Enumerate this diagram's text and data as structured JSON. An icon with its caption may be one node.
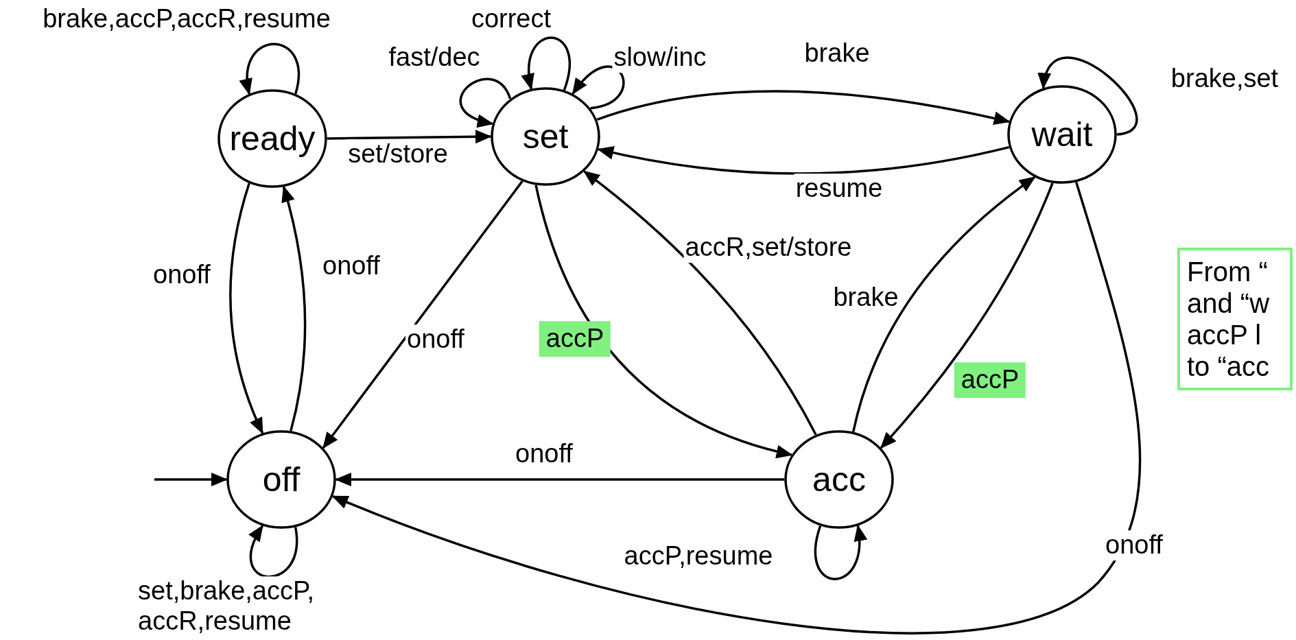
{
  "diagram": {
    "nodes": [
      {
        "text": [
          "ready"
        ]
      },
      {
        "text": [
          "set"
        ]
      },
      {
        "text": [
          "wait"
        ]
      },
      {
        "text": [
          "off"
        ]
      },
      {
        "text": [
          "acc"
        ]
      },
      {
        "text": [
          "From “ and “w accP l to “acc"
        ]
      }
    ],
    "edges": [
      {
        "from": 0,
        "to": 0,
        "label": "brake,accP,accR,resume",
        "arrow": "to"
      },
      {
        "from": 1,
        "to": 1,
        "label": "fast/dec",
        "arrow": "to"
      },
      {
        "from": 1,
        "to": 1,
        "label": "correct",
        "arrow": "to"
      },
      {
        "from": 1,
        "to": 1,
        "label": "slow/inc",
        "arrow": "to"
      },
      {
        "from": 0,
        "to": 1,
        "label": "set/store",
        "arrow": "to"
      },
      {
        "from": 1,
        "to": 2,
        "label": "brake",
        "arrow": "to"
      },
      {
        "from": 2,
        "to": 1,
        "label": "resume",
        "arrow": "to"
      },
      {
        "from": 2,
        "to": 2,
        "label": "brake,set",
        "arrow": "to"
      },
      {
        "from": 0,
        "to": 3,
        "label": "onoff",
        "arrow": "to"
      },
      {
        "from": 3,
        "to": 0,
        "label": "onoff",
        "arrow": "to"
      },
      {
        "from": 1,
        "to": 3,
        "label": "onoff",
        "arrow": "to"
      },
      {
        "from": 1,
        "to": 4,
        "label": "accP",
        "arrow": "to"
      },
      {
        "from": 4,
        "to": 1,
        "label": "accR,set/store",
        "arrow": "to"
      },
      {
        "from": 4,
        "to": 2,
        "label": "brake",
        "arrow": "to"
      },
      {
        "from": 2,
        "to": 4,
        "label": "accP",
        "arrow": "to"
      },
      {
        "from": null,
        "to": 3,
        "arrow": "to"
      },
      {
        "from": 4,
        "to": 3,
        "label": "onoff",
        "arrow": "to"
      },
      {
        "from": 3,
        "to": 3,
        "label": "set,brake,accP, accR,resume",
        "arrow": "to"
      },
      {
        "from": 4,
        "to": 4,
        "label": "accP,resume",
        "arrow": "to"
      },
      {
        "from": 2,
        "to": 3,
        "label": "onoff",
        "arrow": "to"
      }
    ]
  }
}
